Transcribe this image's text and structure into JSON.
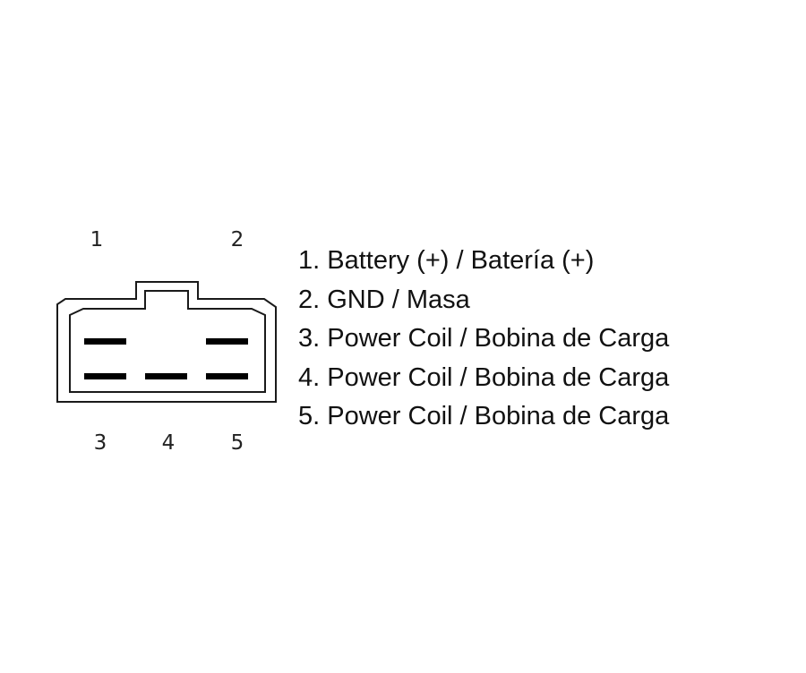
{
  "colors": {
    "outline": "#1a1a1a",
    "terminal": "#000000",
    "text": "#111111",
    "background": "#ffffff"
  },
  "pins": {
    "p1": "1",
    "p2": "2",
    "p3": "3",
    "p4": "4",
    "p5": "5"
  },
  "legend": [
    "1. Battery (+) / Batería (+)",
    "2. GND / Masa",
    "3. Power Coil / Bobina de Carga",
    "4. Power Coil / Bobina de Carga",
    "5. Power Coil / Bobina de Carga"
  ]
}
